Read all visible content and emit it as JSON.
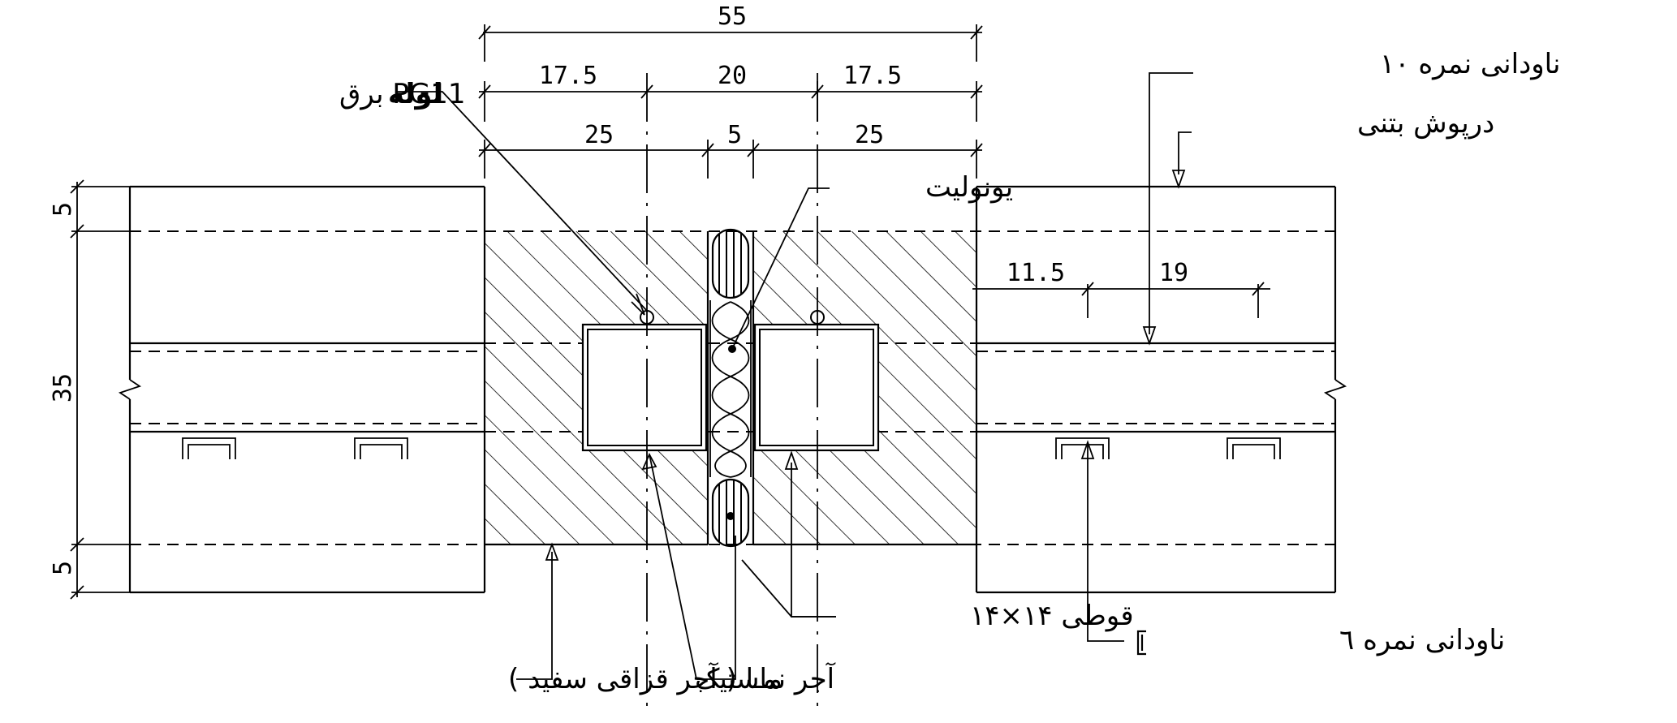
{
  "dimensions": {
    "top_total": "55",
    "row2": [
      "17.5",
      "20",
      "17.5"
    ],
    "row3": [
      "25",
      "5",
      "25"
    ],
    "left_vertical": [
      "5",
      "35",
      "5"
    ],
    "right_inner": [
      "11.5",
      "19"
    ]
  },
  "labels": {
    "pipe": "لوله",
    "pipe_spec": "PG11 برق",
    "channel_10": "ناودانی نمره ۱۰",
    "concrete_cover": "درپوش بتنی",
    "unolit": "یونولیت",
    "box_section": "قوطی ۱۴×۱۴",
    "channel_6": "ناودانی نمره ٦",
    "brick": "آجر نمـا ( آجر قزاقی سفید )",
    "mastic": "ماستیک"
  }
}
